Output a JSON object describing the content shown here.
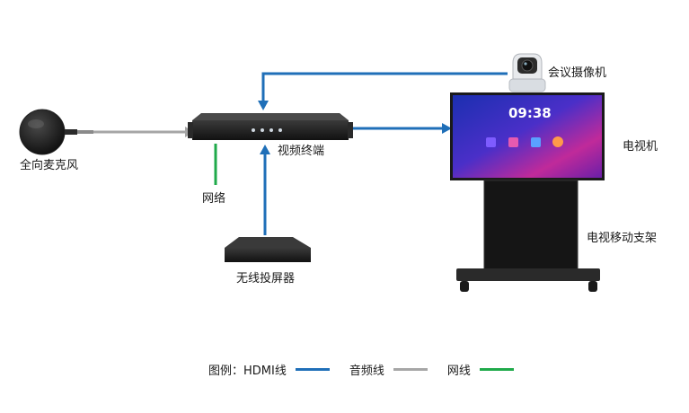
{
  "labels": {
    "microphone": "全向麦克风",
    "terminal": "视频终端",
    "network": "网络",
    "wireless_caster": "无线投屏器",
    "camera": "会议摄像机",
    "tv": "电视机",
    "tv_stand": "电视移动支架"
  },
  "screen": {
    "time": "09:38"
  },
  "legend": {
    "title": "图例：",
    "items": [
      {
        "label": "HDMI线",
        "color": "#1f6fb8"
      },
      {
        "label": "音频线",
        "color": "#a6a6a6"
      },
      {
        "label": "网线",
        "color": "#1faa4a"
      }
    ]
  },
  "colors": {
    "hdmi": "#1f6fb8",
    "audio": "#a6a6a6",
    "network": "#1faa4a"
  }
}
